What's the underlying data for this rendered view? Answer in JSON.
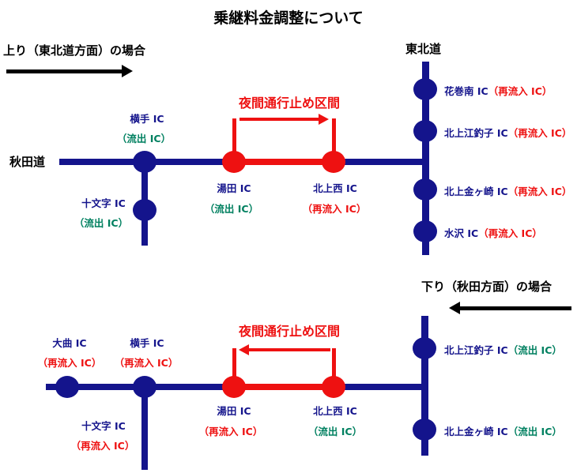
{
  "title": "乗継料金調整について",
  "colors": {
    "road_blue": "#14148c",
    "closure_red": "#ee1111",
    "exit_green": "#008060",
    "arrow_black": "#000000"
  },
  "upper": {
    "direction_label": "上り（東北道方面）の場合",
    "left_road": "秋田道",
    "right_road": "東北道",
    "closure_label": "夜間通行止め区間",
    "route_ics": [
      {
        "name": "横手 IC",
        "status": "（流出 IC）",
        "status_color": "#008060"
      },
      {
        "name": "十文字 IC",
        "status": "（流出 IC）",
        "status_color": "#008060"
      },
      {
        "name": "湯田 IC",
        "status": "（流出 IC）",
        "status_color": "#008060"
      },
      {
        "name": "北上西 IC",
        "status": "（再流入 IC）",
        "status_color": "#ee1111"
      }
    ],
    "tohoku_ics": [
      {
        "name": "花巻南 IC",
        "status": "（再流入 IC）",
        "status_color": "#ee1111"
      },
      {
        "name": "北上江釣子 IC",
        "status": "（再流入 IC）",
        "status_color": "#ee1111"
      },
      {
        "name": "北上金ヶ崎 IC",
        "status": "（再流入 IC）",
        "status_color": "#ee1111"
      },
      {
        "name": "水沢 IC",
        "status": "（再流入 IC）",
        "status_color": "#ee1111"
      }
    ]
  },
  "lower": {
    "direction_label": "下り（秋田方面）の場合",
    "closure_label": "夜間通行止め区間",
    "route_ics": [
      {
        "name": "大曲 IC",
        "status": "（再流入 IC）",
        "status_color": "#ee1111"
      },
      {
        "name": "横手 IC",
        "status": "（再流入 IC）",
        "status_color": "#ee1111"
      },
      {
        "name": "十文字 IC",
        "status": "（再流入 IC）",
        "status_color": "#ee1111"
      },
      {
        "name": "湯田 IC",
        "status": "（再流入 IC）",
        "status_color": "#ee1111"
      },
      {
        "name": "北上西 IC",
        "status": "（流出 IC）",
        "status_color": "#008060"
      }
    ],
    "tohoku_ics": [
      {
        "name": "北上江釣子 IC",
        "status": "（流出 IC）",
        "status_color": "#008060"
      },
      {
        "name": "北上金ヶ崎 IC",
        "status": "（流出 IC）",
        "status_color": "#008060"
      }
    ]
  }
}
